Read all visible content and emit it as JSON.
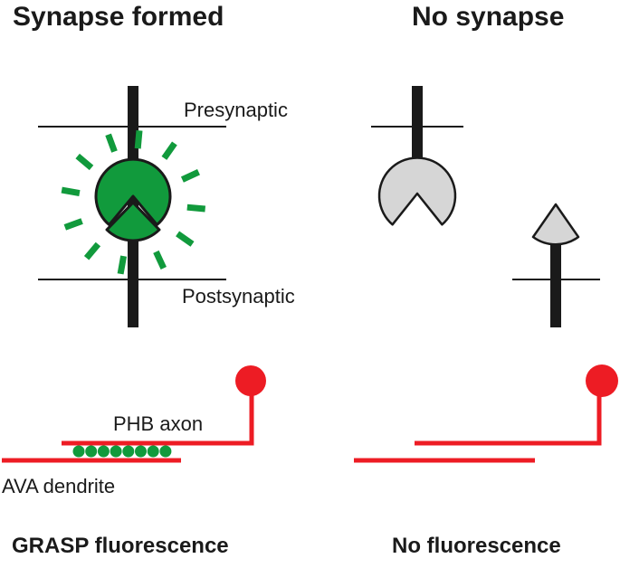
{
  "panels": {
    "left": {
      "title": "Synapse formed",
      "presynaptic_label": "Presynaptic",
      "postsynaptic_label": "Postsynaptic",
      "axon_label": "PHB axon",
      "dendrite_label": "AVA dendrite",
      "footer": "GRASP fluorescence"
    },
    "right": {
      "title": "No synapse",
      "footer": "No fluorescence"
    }
  },
  "colors": {
    "stroke": "#1a1a1a",
    "glow_green": "#119a3c",
    "grey_fill": "#d6d6d6",
    "red": "#ed1c24"
  },
  "grasp_dots_count": 8
}
